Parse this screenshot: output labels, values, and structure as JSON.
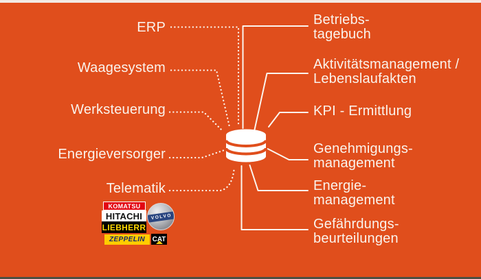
{
  "diagram": {
    "center": {
      "icon": "database"
    },
    "left_items": [
      {
        "label": "ERP"
      },
      {
        "label": "Waagesystem"
      },
      {
        "label": "Werksteuerung"
      },
      {
        "label": "Energieversorger"
      },
      {
        "label": "Telematik"
      }
    ],
    "right_items": [
      {
        "label": "Betriebs-\ntagebuch"
      },
      {
        "label": "Aktivitätsmanagement /\nLebenslaufakten"
      },
      {
        "label": "KPI - Ermittlung"
      },
      {
        "label": "Genehmigungs-\nmanagement"
      },
      {
        "label": "Energie-\nmanagement"
      },
      {
        "label": "Gefährdungs-\nbeurteilungen"
      }
    ],
    "logos": {
      "komatsu": "KOMATSU",
      "hitachi": "HITACHI",
      "liebherr": "LIEBHERR",
      "zeppelin": "ZEPPELIN",
      "cat": "CAT",
      "volvo": "VOLVO"
    },
    "colors": {
      "background": "#E04E1C",
      "text": "#FAF3EC",
      "line": "#FBF5EE",
      "top_strip": "#F2EAE3",
      "bottom_strip": "#4D4F42",
      "komatsu_red": "#E30613",
      "liebherr_yellow": "#FFD802",
      "zeppelin_yellow": "#FFCC00",
      "volvo_blue": "#2A4580",
      "cat_yellow": "#FFCD11"
    }
  }
}
